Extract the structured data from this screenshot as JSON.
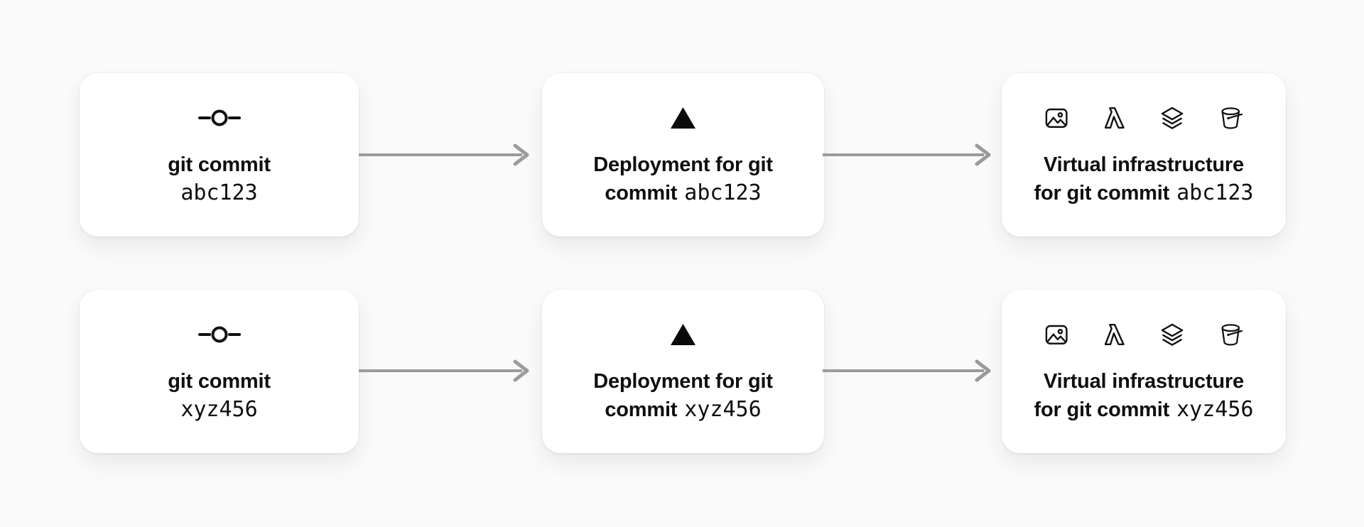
{
  "page": {
    "background": "#fafafa",
    "card_background": "#ffffff",
    "text_color": "#0f0f0f",
    "arrow_color": "#9b9b9b"
  },
  "rows": [
    {
      "commit_card": {
        "icon": "git-commit-icon",
        "title": "git commit",
        "hash": "abc123"
      },
      "deployment_card": {
        "icon": "vercel-triangle-icon",
        "line1": "Deployment for git",
        "line2_bold": "commit",
        "hash": "abc123"
      },
      "infra_card": {
        "icons": [
          "image-icon",
          "lambda-icon",
          "layers-icon",
          "bucket-icon"
        ],
        "line1": "Virtual infrastructure",
        "line2_bold": "for git commit",
        "hash": "abc123"
      }
    },
    {
      "commit_card": {
        "icon": "git-commit-icon",
        "title": "git commit",
        "hash": "xyz456"
      },
      "deployment_card": {
        "icon": "vercel-triangle-icon",
        "line1": "Deployment for git",
        "line2_bold": "commit",
        "hash": "xyz456"
      },
      "infra_card": {
        "icons": [
          "image-icon",
          "lambda-icon",
          "layers-icon",
          "bucket-icon"
        ],
        "line1": "Virtual infrastructure",
        "line2_bold": "for git commit",
        "hash": "xyz456"
      }
    }
  ]
}
